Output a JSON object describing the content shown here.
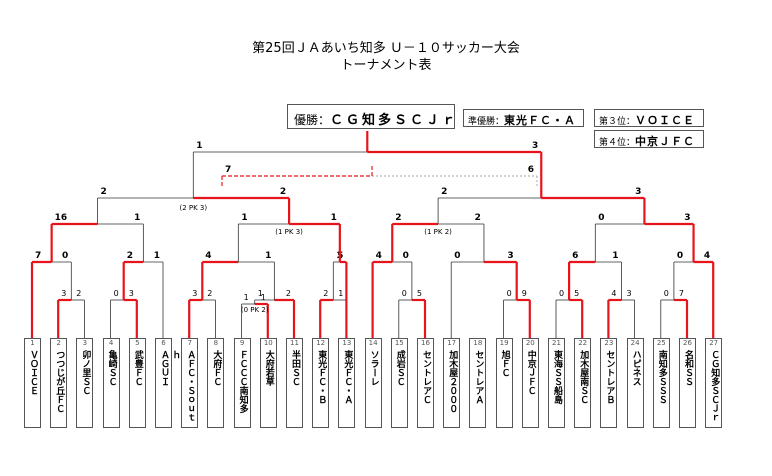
{
  "title": {
    "line1": "第25回ＪＡあいち知多 Ｕ－１０サッカー大会",
    "line2": "トーナメント表"
  },
  "ranking": {
    "first": {
      "label": "優勝：",
      "team": "ＣＧ知多ＳＣＪｒ"
    },
    "second": {
      "label": "準優勝：",
      "team": "東光ＦＣ・Ａ"
    },
    "third": {
      "label": "第３位：",
      "team": "ＶＯＩＣＥ"
    },
    "fourth": {
      "label": "第４位：",
      "team": "中京ＪＦＣ"
    }
  },
  "teams": [
    {
      "no": "1",
      "name": "ＶＯＩＣＥ"
    },
    {
      "no": "2",
      "name": "つつじが丘ＦＣ"
    },
    {
      "no": "3",
      "name": "卯ノ里ＳＣ"
    },
    {
      "no": "4",
      "name": "亀崎ＳＣ"
    },
    {
      "no": "5",
      "name": "武豊ＦＣ"
    },
    {
      "no": "6",
      "name": "ＡＧＵＩ"
    },
    {
      "no": "7",
      "name": "ＡＦＣ・Ｓｏｕｔｈ"
    },
    {
      "no": "8",
      "name": "大府ＦＣ"
    },
    {
      "no": "9",
      "name": "ＦＣＣＣ南知多"
    },
    {
      "no": "10",
      "name": "大府若草"
    },
    {
      "no": "11",
      "name": "半田ＳＣ"
    },
    {
      "no": "12",
      "name": "東光ＦＣ・Ｂ"
    },
    {
      "no": "13",
      "name": "東光ＦＣ・Ａ"
    },
    {
      "no": "14",
      "name": "ソラーレ"
    },
    {
      "no": "15",
      "name": "成岩ＳＣ"
    },
    {
      "no": "16",
      "name": "セントレアＣ"
    },
    {
      "no": "17",
      "name": "加木屋２０００"
    },
    {
      "no": "18",
      "name": "セントレアＡ"
    },
    {
      "no": "19",
      "name": "旭ＦＣ"
    },
    {
      "no": "20",
      "name": "中京ＪＦＣ"
    },
    {
      "no": "21",
      "name": "東海ＳＳ船島"
    },
    {
      "no": "22",
      "name": "加木屋南ＳＣ"
    },
    {
      "no": "23",
      "name": "セントレアＢ"
    },
    {
      "no": "24",
      "name": "ハピネス"
    },
    {
      "no": "25",
      "name": "南知多ＳＳＳ"
    },
    {
      "no": "26",
      "name": "名和ＳＳ"
    },
    {
      "no": "27",
      "name": "ＣＧ知多ＳＣＪｒ"
    }
  ],
  "scores": {
    "pre_9_10": [
      "1",
      "1"
    ],
    "pre_9_10_pk": "(0 PK 2)",
    "r1": [
      [
        "3",
        "2"
      ],
      [
        "0",
        "3"
      ],
      [
        "3",
        "2"
      ],
      [
        "1",
        "2"
      ],
      [
        "2",
        "1"
      ],
      [
        "0",
        "5"
      ],
      [
        "0",
        "9"
      ],
      [
        "0",
        "5"
      ],
      [
        "4",
        "3"
      ],
      [
        "0",
        "7"
      ]
    ],
    "r2": [
      [
        "7",
        "0"
      ],
      [
        "2",
        "1"
      ],
      [
        "4",
        "1"
      ],
      [
        "1",
        "5"
      ],
      [
        "4",
        "0"
      ],
      [
        "0",
        "3"
      ],
      [
        "6",
        "1"
      ],
      [
        "0",
        "4"
      ]
    ],
    "qf": [
      [
        "16",
        "1"
      ],
      [
        "1",
        "1"
      ],
      [
        "2",
        "2"
      ],
      [
        "0",
        "3"
      ]
    ],
    "qf_pk": [
      "(1 PK 3)",
      "(1 PK 2)"
    ],
    "sf": [
      [
        "2",
        "2"
      ],
      [
        "2",
        "3"
      ]
    ],
    "sf_pk": "(2 PK 3)",
    "final": [
      "1",
      "3"
    ],
    "third": [
      "7",
      "6"
    ]
  },
  "colors": {
    "win": "#e8141b",
    "lose": "#333333"
  }
}
